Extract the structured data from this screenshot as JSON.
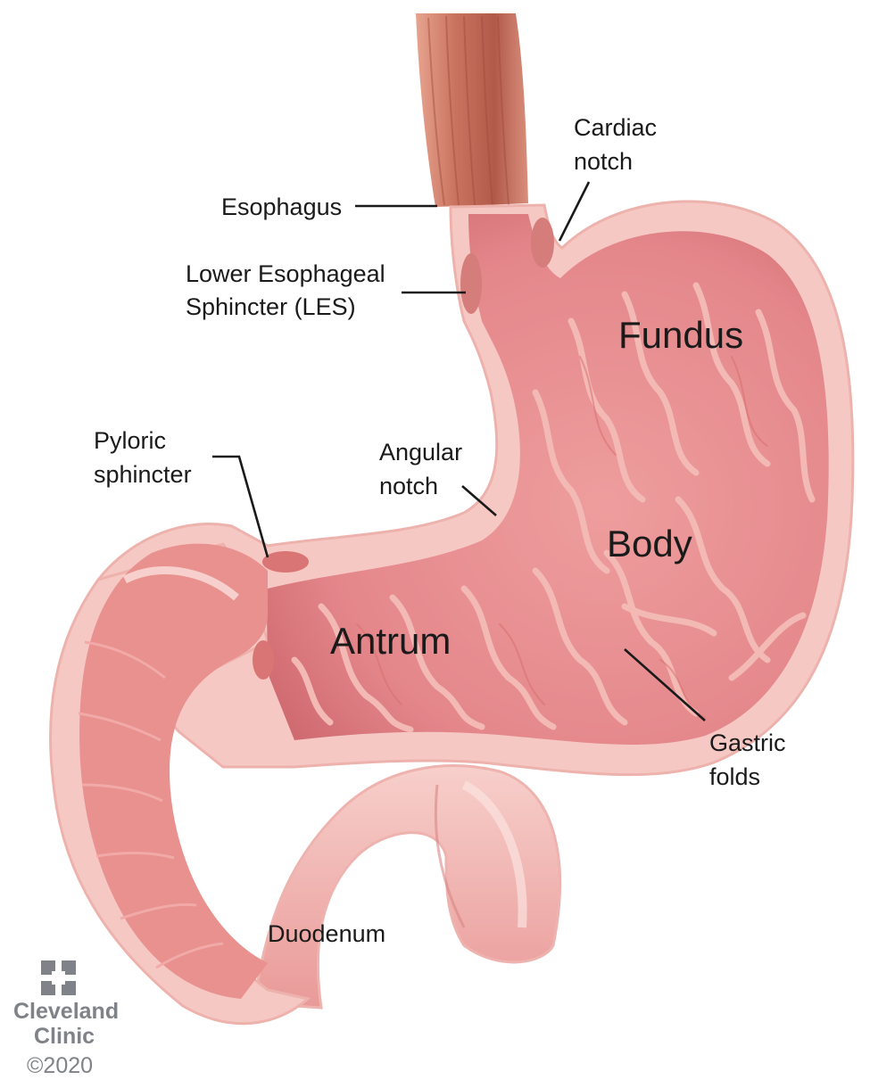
{
  "labels": {
    "cardiac_notch": [
      "Cardiac",
      "notch"
    ],
    "esophagus": "Esophagus",
    "les": [
      "Lower Esophageal",
      "Sphincter (LES)"
    ],
    "fundus": "Fundus",
    "pyloric_sphincter": [
      "Pyloric",
      "sphincter"
    ],
    "angular_notch": [
      "Angular",
      "notch"
    ],
    "body": "Body",
    "antrum": "Antrum",
    "gastric_folds": [
      "Gastric",
      "folds"
    ],
    "duodenum": "Duodenum"
  },
  "brand": {
    "name": [
      "Cleveland",
      "Clinic"
    ],
    "copyright": "©2020"
  },
  "colors": {
    "stomach_outer": "#f6c8c4",
    "stomach_inner": "#e3868a",
    "esophagus_muscle": "#c7705d",
    "text": "#1a1a1a",
    "logo": "#7f8286"
  }
}
